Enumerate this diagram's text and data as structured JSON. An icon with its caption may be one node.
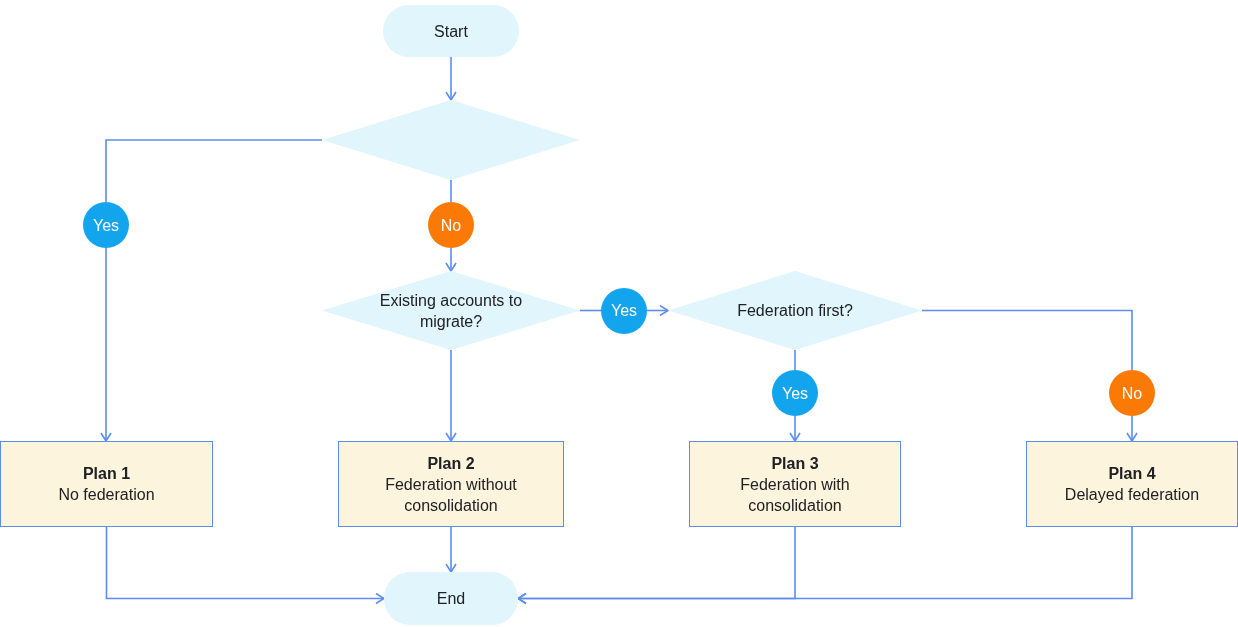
{
  "diagram": {
    "nodes": [
      {
        "text": [
          "Start"
        ]
      },
      {
        "text": [],
        "shape": "diamond"
      },
      {
        "text": [
          "Yes"
        ]
      },
      {
        "text": [
          "No"
        ]
      },
      {
        "text": [
          "Existing accounts to migrate?"
        ]
      },
      {
        "text": [
          "Yes"
        ]
      },
      {
        "text": [
          "Federation first?"
        ]
      },
      {
        "text": [
          "Yes"
        ]
      },
      {
        "text": [
          "No"
        ]
      },
      {
        "text": [
          "Plan 1",
          "No federation"
        ]
      },
      {
        "text": [
          "Plan 2",
          "Federation without consolidation"
        ]
      },
      {
        "text": [
          "Plan 3",
          "Federation with consolidation"
        ]
      },
      {
        "text": [
          "Plan 4",
          "Delayed federation"
        ]
      },
      {
        "text": [
          "End"
        ]
      }
    ],
    "edges": [
      {
        "from": 0,
        "to": 1,
        "arrow": "to"
      },
      {
        "from": 1,
        "to": 2,
        "arrow": "none"
      },
      {
        "from": 2,
        "to": 9,
        "arrow": "to"
      },
      {
        "from": 1,
        "to": 3,
        "arrow": "none"
      },
      {
        "from": 3,
        "to": 4,
        "arrow": "to"
      },
      {
        "from": 4,
        "to": 5,
        "arrow": "none"
      },
      {
        "from": 5,
        "to": 6,
        "arrow": "to"
      },
      {
        "from": 6,
        "to": 7,
        "arrow": "none"
      },
      {
        "from": 7,
        "to": 11,
        "arrow": "to"
      },
      {
        "from": 6,
        "to": 8,
        "arrow": "none"
      },
      {
        "from": 8,
        "to": 12,
        "arrow": "to"
      },
      {
        "from": 4,
        "to": 10,
        "arrow": "to"
      },
      {
        "from": 9,
        "to": 13,
        "arrow": "to"
      },
      {
        "from": 10,
        "to": 13,
        "arrow": "to"
      },
      {
        "from": 11,
        "to": 13,
        "arrow": "to"
      },
      {
        "from": 12,
        "to": 13,
        "arrow": "to"
      }
    ]
  }
}
